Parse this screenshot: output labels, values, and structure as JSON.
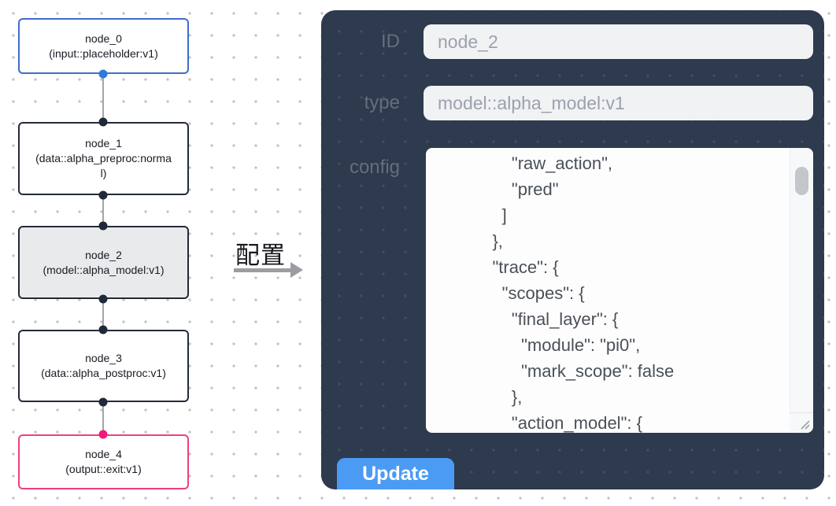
{
  "canvas": {
    "nodes": [
      {
        "title": "node_0",
        "subtitle": "(input::placeholder:v1)"
      },
      {
        "title": "node_1",
        "subtitle": "(data::alpha_preproc:normal)"
      },
      {
        "title": "node_2",
        "subtitle": "(model::alpha_model:v1)"
      },
      {
        "title": "node_3",
        "subtitle": "(data::alpha_postproc:v1)"
      },
      {
        "title": "node_4",
        "subtitle": "(output::exit:v1)"
      }
    ]
  },
  "transition": {
    "label": "配置"
  },
  "panel": {
    "id_field": {
      "label": "ID",
      "value": "node_2"
    },
    "type_field": {
      "label": "type",
      "value": "model::alpha_model:v1"
    },
    "config_field": {
      "label": "config",
      "value": "        \"raw_action\",\n        \"pred\"\n      ]\n    },\n    \"trace\": {\n      \"scopes\": {\n        \"final_layer\": {\n          \"module\": \"pi0\",\n          \"mark_scope\": false\n        },\n        \"action_model\": {"
    },
    "update_button": {
      "label": "Update"
    }
  },
  "colors": {
    "panel_bg": "#2e3a4d",
    "update_blue": "#4b9bf5",
    "field_bg": "#f1f2f4",
    "field_text": "#9aa2ad",
    "label_text": "#636e7e",
    "node_input_border": "#3e6ec5",
    "node_default_border": "#232b38",
    "node_output_border": "#ef3f7e",
    "node_selected_bg": "#e9eaec",
    "port_input": "#2e79de",
    "port_output": "#f3187d",
    "port_default": "#202938",
    "edge_line": "#a6a6a8",
    "arrow": "#9b9da0"
  }
}
